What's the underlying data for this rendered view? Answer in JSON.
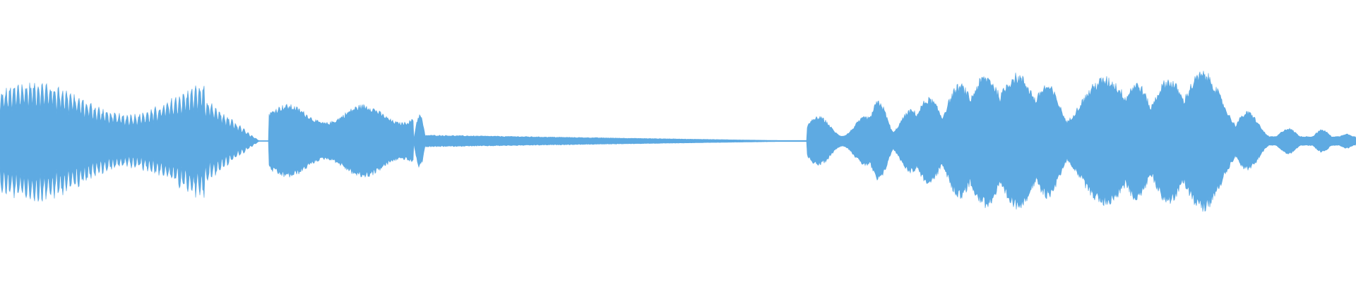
{
  "waveform": {
    "color": "#5eaae2",
    "background": "#ffffff",
    "duration_fraction_segments": [
      {
        "start": 0.0,
        "end": 0.151,
        "peak": 0.88,
        "envelope": "pulsed-tone"
      },
      {
        "start": 0.151,
        "end": 0.191,
        "peak": 0.62,
        "envelope": "tone-tail"
      },
      {
        "start": 0.198,
        "end": 0.305,
        "peak": 0.52,
        "envelope": "noisy-block"
      },
      {
        "start": 0.305,
        "end": 0.314,
        "peak": 0.38,
        "envelope": "burst"
      },
      {
        "start": 0.314,
        "end": 0.595,
        "peak": 0.08,
        "envelope": "decay"
      },
      {
        "start": 0.595,
        "end": 0.645,
        "peak": 0.35,
        "envelope": "speech-low"
      },
      {
        "start": 0.645,
        "end": 0.9,
        "peak": 1.0,
        "envelope": "speech-loud"
      },
      {
        "start": 0.9,
        "end": 1.0,
        "peak": 0.25,
        "envelope": "speech-tail"
      }
    ],
    "speech_bumps": [
      {
        "center": 0.648,
        "width": 0.006,
        "amp": 0.58
      },
      {
        "center": 0.672,
        "width": 0.008,
        "amp": 0.45
      },
      {
        "center": 0.685,
        "width": 0.009,
        "amp": 0.62
      },
      {
        "center": 0.708,
        "width": 0.01,
        "amp": 0.82
      },
      {
        "center": 0.727,
        "width": 0.012,
        "amp": 0.95
      },
      {
        "center": 0.75,
        "width": 0.014,
        "amp": 0.97
      },
      {
        "center": 0.772,
        "width": 0.01,
        "amp": 0.82
      },
      {
        "center": 0.793,
        "width": 0.006,
        "amp": 0.3
      },
      {
        "center": 0.815,
        "width": 0.018,
        "amp": 0.92
      },
      {
        "center": 0.838,
        "width": 0.01,
        "amp": 0.85
      },
      {
        "center": 0.862,
        "width": 0.012,
        "amp": 0.9
      },
      {
        "center": 0.887,
        "width": 0.014,
        "amp": 1.0
      },
      {
        "center": 0.92,
        "width": 0.008,
        "amp": 0.42
      },
      {
        "center": 0.95,
        "width": 0.006,
        "amp": 0.18
      },
      {
        "center": 0.975,
        "width": 0.005,
        "amp": 0.16
      },
      {
        "center": 0.993,
        "width": 0.005,
        "amp": 0.1
      }
    ]
  }
}
